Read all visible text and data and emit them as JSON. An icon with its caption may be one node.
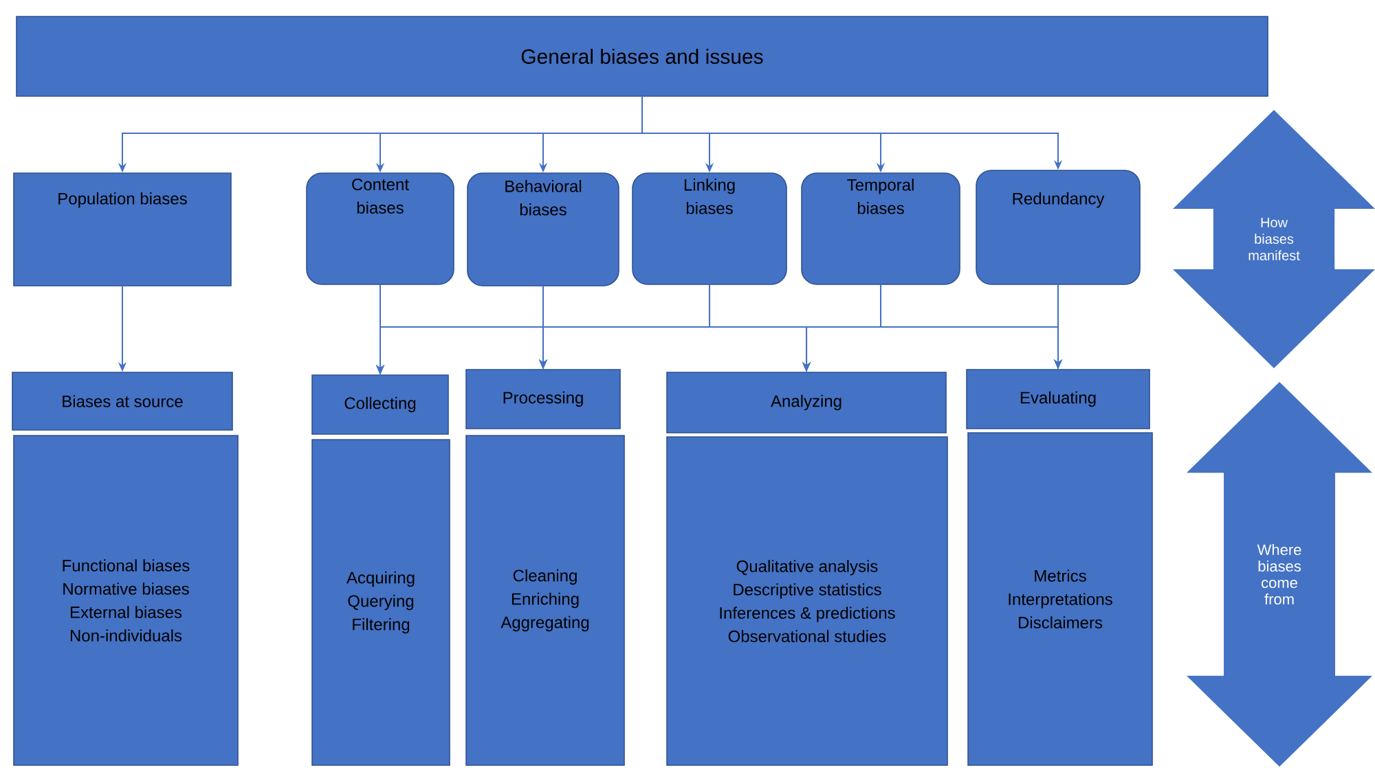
{
  "diagram": {
    "nodes": [
      {
        "text": [
          "General biases and issues"
        ]
      },
      {
        "text": [
          "Population biases"
        ]
      },
      {
        "text": [
          "Content biases"
        ]
      },
      {
        "text": [
          "Behavioral biases"
        ]
      },
      {
        "text": [
          "Linking biases"
        ]
      },
      {
        "text": [
          "Temporal biases"
        ]
      },
      {
        "text": [
          "Redundancy"
        ]
      },
      {
        "text": [
          "Biases at source"
        ]
      },
      {
        "text": [
          "Collecting"
        ]
      },
      {
        "text": [
          "Processing"
        ]
      },
      {
        "text": [
          "Analyzing"
        ]
      },
      {
        "text": [
          "Evaluating"
        ]
      },
      {
        "text": [
          "Functional biases",
          "Normative biases",
          "External biases",
          "Non-individuals"
        ]
      },
      {
        "text": [
          "Acquiring",
          "Querying",
          "Filtering"
        ]
      },
      {
        "text": [
          "Cleaning",
          "Enriching",
          "Aggregating"
        ]
      },
      {
        "text": [
          "Qualitative analysis",
          "Descriptive statistics",
          "Inferences & predictions",
          "Observational studies"
        ]
      },
      {
        "text": [
          "Metrics",
          "Interpretations",
          "Disclaimers"
        ]
      }
    ],
    "edges": [
      {
        "from": 0,
        "to": 1,
        "arrow": "to"
      },
      {
        "from": 0,
        "to": 2,
        "arrow": "to"
      },
      {
        "from": 0,
        "to": 3,
        "arrow": "to"
      },
      {
        "from": 0,
        "to": 4,
        "arrow": "to"
      },
      {
        "from": 0,
        "to": 5,
        "arrow": "to"
      },
      {
        "from": 0,
        "to": 6,
        "arrow": "to"
      },
      {
        "from": 1,
        "to": 7,
        "arrow": "to"
      },
      {
        "from": 2,
        "to": 8,
        "arrow": "to"
      },
      {
        "from": 2,
        "to": 9,
        "arrow": "to"
      },
      {
        "from": 2,
        "to": 10,
        "arrow": "to"
      },
      {
        "from": 2,
        "to": 11,
        "arrow": "to"
      },
      {
        "from": 3,
        "to": 8,
        "arrow": "to"
      },
      {
        "from": 3,
        "to": 9,
        "arrow": "to"
      },
      {
        "from": 3,
        "to": 10,
        "arrow": "to"
      },
      {
        "from": 3,
        "to": 11,
        "arrow": "to"
      },
      {
        "from": 4,
        "to": 8,
        "arrow": "to"
      },
      {
        "from": 4,
        "to": 9,
        "arrow": "to"
      },
      {
        "from": 4,
        "to": 10,
        "arrow": "to"
      },
      {
        "from": 4,
        "to": 11,
        "arrow": "to"
      },
      {
        "from": 5,
        "to": 8,
        "arrow": "to"
      },
      {
        "from": 5,
        "to": 9,
        "arrow": "to"
      },
      {
        "from": 5,
        "to": 10,
        "arrow": "to"
      },
      {
        "from": 5,
        "to": 11,
        "arrow": "to"
      },
      {
        "from": 6,
        "to": 8,
        "arrow": "to"
      },
      {
        "from": 6,
        "to": 9,
        "arrow": "to"
      },
      {
        "from": 6,
        "to": 10,
        "arrow": "to"
      },
      {
        "from": 6,
        "to": 11,
        "arrow": "to"
      }
    ],
    "labels": [
      "How biases manifest",
      "Where biases come from"
    ]
  }
}
